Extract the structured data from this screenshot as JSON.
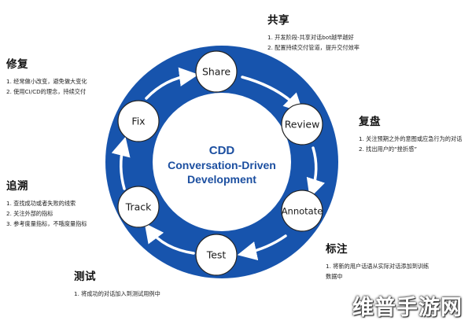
{
  "diagram": {
    "center": {
      "line1": "CDD",
      "line2": "Conversation-Driven",
      "line3": "Development"
    },
    "nodes": [
      {
        "key": "share",
        "label": "Share"
      },
      {
        "key": "review",
        "label": "Review"
      },
      {
        "key": "annotate",
        "label": "Annotate"
      },
      {
        "key": "test",
        "label": "Test"
      },
      {
        "key": "track",
        "label": "Track"
      },
      {
        "key": "fix",
        "label": "Fix"
      }
    ],
    "colors": {
      "ring": "#1754ad",
      "hole": "#ffffff",
      "node_fill": "#ffffff",
      "node_stroke": "#222222",
      "arrow": "#ffffff",
      "center_text": "#1c4fa0"
    }
  },
  "sections": {
    "share": {
      "title": "共享",
      "items": [
        "1. 开发阶段-共享对话bot越早越好",
        "2. 配置持续交付管道，提升交付效率"
      ]
    },
    "fix": {
      "title": "修复",
      "items": [
        "1. 经常做小改变，避免做大变化",
        "2. 使用CI/CD的理念，持续交付"
      ]
    },
    "review": {
      "title": "复盘",
      "items": [
        "1. 关注预期之外的意图或应急行为的对话",
        "2. 找出用户的“挫折感”"
      ]
    },
    "track": {
      "title": "追溯",
      "items": [
        "1. 查找成功或者失败的线索",
        "2. 关注外部的指标",
        "3. 参考度量指标，不哦度量指标"
      ]
    },
    "annotate": {
      "title": "标注",
      "items": [
        "1. 将新的用户话语从实际对话添加到训练",
        "数据中"
      ]
    },
    "test": {
      "title": "测试",
      "items": [
        "1. 将成功的对话加入到测试用例中"
      ]
    }
  },
  "watermark": "维普手游网"
}
